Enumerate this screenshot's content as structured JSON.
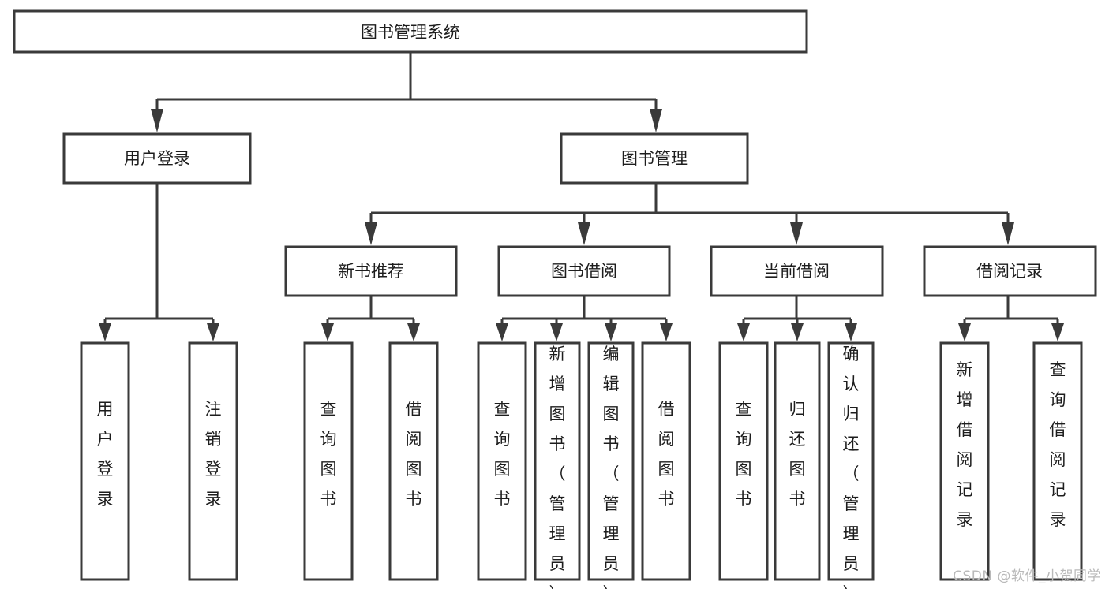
{
  "diagram": {
    "type": "tree-hierarchy-chart",
    "title": "图书管理系统",
    "orientation": "top-down",
    "colors": {
      "box_fill": "#ffffff",
      "box_stroke": "#3a3a3a",
      "text": "#1d1d1d",
      "background": "#ffffff",
      "watermark": "#b9b9b9"
    },
    "levels": {
      "root": {
        "label": "图书管理系统"
      },
      "level2": [
        {
          "label": "用户登录"
        },
        {
          "label": "图书管理"
        }
      ],
      "level3": [
        {
          "label": "新书推荐"
        },
        {
          "label": "图书借阅"
        },
        {
          "label": "当前借阅"
        },
        {
          "label": "借阅记录"
        }
      ],
      "leaves": [
        {
          "label": "用户登录",
          "parent": "用户登录"
        },
        {
          "label": "注销登录",
          "parent": "用户登录"
        },
        {
          "label": "查询图书",
          "parent": "新书推荐"
        },
        {
          "label": "借阅图书",
          "parent": "新书推荐"
        },
        {
          "label": "查询图书",
          "parent": "图书借阅"
        },
        {
          "label": "新增图书（管理员）",
          "parent": "图书借阅"
        },
        {
          "label": "编辑图书（管理员）",
          "parent": "图书借阅"
        },
        {
          "label": "借阅图书",
          "parent": "图书借阅"
        },
        {
          "label": "查询图书",
          "parent": "当前借阅"
        },
        {
          "label": "归还图书",
          "parent": "当前借阅"
        },
        {
          "label": "确认归还（管理员）",
          "parent": "当前借阅"
        },
        {
          "label": "新增借阅记录",
          "parent": "借阅记录"
        },
        {
          "label": "查询借阅记录",
          "parent": "借阅记录"
        }
      ]
    }
  },
  "watermark": {
    "text": "CSDN @软件_小贺同学"
  }
}
